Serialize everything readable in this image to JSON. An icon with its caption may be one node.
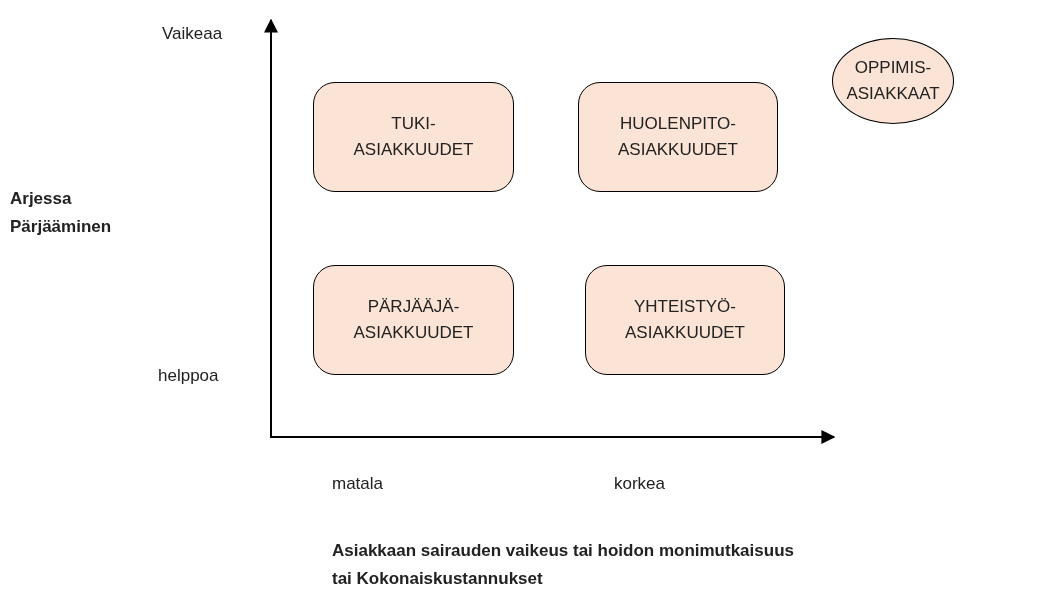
{
  "diagram": {
    "nodes": [
      {
        "text": [
          "OPPIMIS- ASIAKKAAT"
        ]
      },
      {
        "text": [
          "TUKI- ASIAKKUUDET"
        ]
      },
      {
        "text": [
          "HUOLENPITO- ASIAKKUUDET"
        ]
      },
      {
        "text": [
          "PÄRJÄÄJÄ- ASIAKKUUDET"
        ]
      },
      {
        "text": [
          "YHTEISTYÖ- ASIAKKUUDET"
        ]
      }
    ],
    "labels": [
      "Vaikeaa",
      "Arjessa Pärjääminen",
      "helppoa",
      "matala",
      "korkea",
      "Asiakkaan sairauden vaikeus tai hoidon monimutkaisuus tai Kokonaiskustannukset"
    ]
  }
}
